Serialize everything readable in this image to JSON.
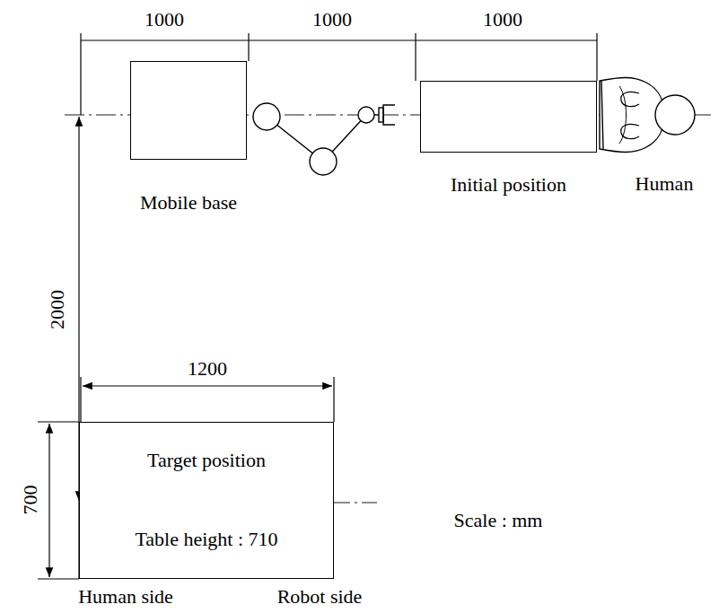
{
  "diagram": {
    "nodes": [
      {
        "text": [
          "Mobile base"
        ]
      },
      {
        "text": [
          "Initial position"
        ]
      },
      {
        "text": [
          "Target position",
          "Table height : 710"
        ]
      }
    ],
    "labels": [
      "1000",
      "1000",
      "1000",
      "2000",
      "1200",
      "700",
      "Human",
      "Scale : mm",
      "Human side",
      "Robot side"
    ]
  }
}
